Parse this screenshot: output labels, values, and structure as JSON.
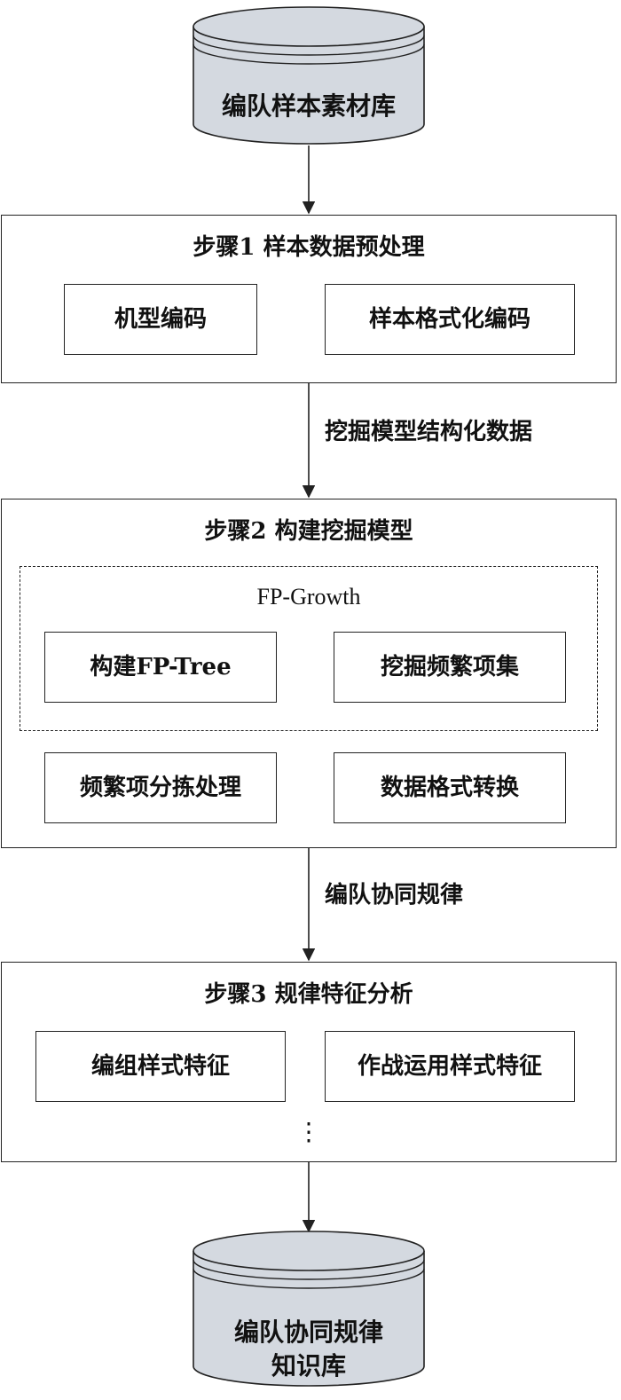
{
  "source_db": {
    "label": "编队样本素材库"
  },
  "step1": {
    "title": "步骤1   样本数据预处理",
    "boxes": [
      "机型编码",
      "样本格式化编码"
    ]
  },
  "arrow1_label": "挖掘模型结构化数据",
  "step2": {
    "title": "步骤2   构建挖掘模型",
    "group_title": "FP-Growth",
    "group_boxes": [
      "构建FP-Tree",
      "挖掘频繁项集"
    ],
    "boxes": [
      "频繁项分拣处理",
      "数据格式转换"
    ]
  },
  "arrow2_label": "编队协同规律",
  "step3": {
    "title": "步骤3   规律特征分析",
    "boxes": [
      "编组样式特征",
      "作战运用样式特征"
    ],
    "ellipsis": "⋮"
  },
  "target_db": {
    "label_line1": "编队协同规律",
    "label_line2": "知识库"
  },
  "colors": {
    "stroke": "#222222",
    "db_fill": "#d4d9e0",
    "text": "#111111"
  }
}
